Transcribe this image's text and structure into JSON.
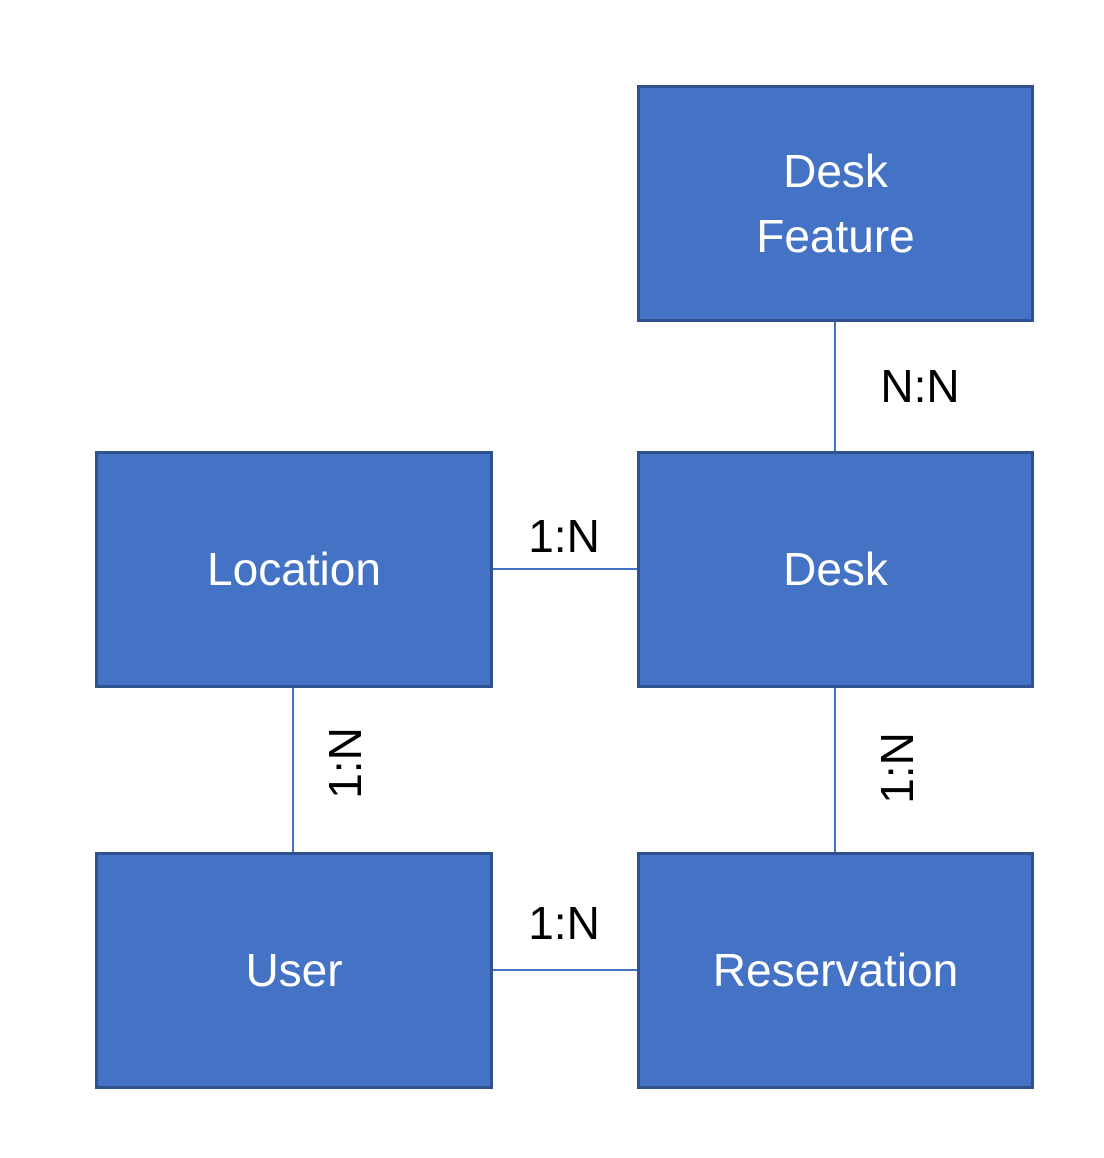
{
  "diagram": {
    "type": "entity-relationship",
    "colors": {
      "entity_fill": "#4472C4",
      "entity_border": "#2F528F",
      "entity_text": "#FFFFFF",
      "connector": "#4472C4",
      "label_text": "#000000",
      "background": "#FFFFFF"
    },
    "entities": [
      {
        "id": "desk-feature",
        "label": "Desk\nFeature"
      },
      {
        "id": "location",
        "label": "Location"
      },
      {
        "id": "desk",
        "label": "Desk"
      },
      {
        "id": "user",
        "label": "User"
      },
      {
        "id": "reservation",
        "label": "Reservation"
      }
    ],
    "relationships": [
      {
        "from": "desk-feature",
        "to": "desk",
        "cardinality": "N:N",
        "orientation": "vertical"
      },
      {
        "from": "location",
        "to": "desk",
        "cardinality": "1:N",
        "orientation": "horizontal"
      },
      {
        "from": "location",
        "to": "user",
        "cardinality": "1:N",
        "orientation": "vertical"
      },
      {
        "from": "desk",
        "to": "reservation",
        "cardinality": "1:N",
        "orientation": "vertical"
      },
      {
        "from": "user",
        "to": "reservation",
        "cardinality": "1:N",
        "orientation": "horizontal"
      }
    ]
  }
}
